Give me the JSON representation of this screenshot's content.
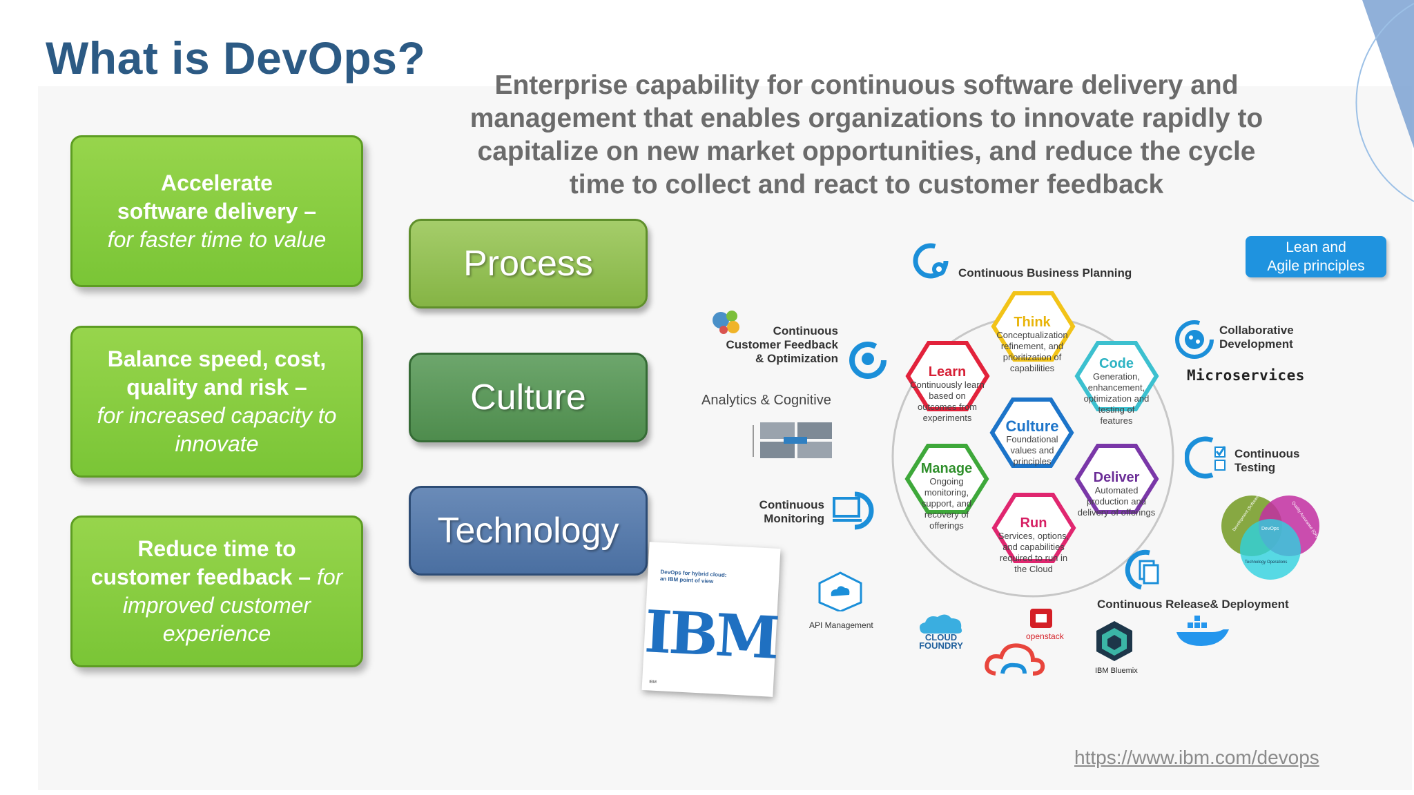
{
  "title": "What is DevOps?",
  "definition": {
    "lines": [
      "Enterprise capability for continuous software delivery and",
      "management that enables organizations to innovate rapidly to",
      "capitalize on new market opportunities, and reduce the cycle",
      "time to collect and react to customer feedback"
    ]
  },
  "benefits": [
    {
      "bold1": "Accelerate",
      "bold2": "software delivery –",
      "italic1": "for faster time to value",
      "italic2": ""
    },
    {
      "bold1": "Balance speed, cost,",
      "bold2": "quality and risk –",
      "italic1": "for increased capacity to",
      "italic2": "innovate"
    },
    {
      "bold1": "Reduce time to",
      "bold2": "customer feedback –",
      "italic1": "for",
      "italic2": "improved customer",
      "italic3": "experience"
    }
  ],
  "pillars": [
    "Process",
    "Culture",
    "Technology"
  ],
  "lean_badge": {
    "line1": "Lean and",
    "line2": "Agile principles"
  },
  "labels": {
    "planning": "Continuous Business Planning",
    "feedback1": "Continuous",
    "feedback2": "Customer Feedback",
    "feedback3": "& Optimization",
    "analytics": "Analytics & Cognitive",
    "monitoring1": "Continuous",
    "monitoring2": "Monitoring",
    "collab1": "Collaborative",
    "collab2": "Development",
    "microservices": "Microservices",
    "testing1": "Continuous",
    "testing2": "Testing",
    "release": "Continuous Release& Deployment",
    "api": "API Management",
    "cloudfoundry1": "CLOUD",
    "cloudfoundry2": "FOUNDRY",
    "openstack": "openstack",
    "bluemix": "IBM Bluemix"
  },
  "venn": {
    "a": "Development (Software Engineering)",
    "b": "Quality Assurance (QA)",
    "center": "DevOps",
    "c": "Technology Operations"
  },
  "hexagons": [
    {
      "title": "Think",
      "desc": [
        "Conceptualization",
        "refinement, and",
        "prioritization of",
        "capabilities"
      ],
      "color": "#f2c318"
    },
    {
      "title": "Learn",
      "desc": [
        "Continuously learn",
        "based on",
        "outcomes from",
        "experiments"
      ],
      "color": "#e2223b"
    },
    {
      "title": "Code",
      "desc": [
        "Generation,",
        "enhancement,",
        "optimization and",
        "testing of",
        "features"
      ],
      "color": "#3cc0cf"
    },
    {
      "title": "Culture",
      "desc": [
        "Foundational",
        "values and",
        "principles"
      ],
      "color": "#1c74c9"
    },
    {
      "title": "Manage",
      "desc": [
        "Ongoing",
        "monitoring,",
        "support, and",
        "recovery of",
        "offerings"
      ],
      "color": "#3ea83a"
    },
    {
      "title": "Deliver",
      "desc": [
        "Automated",
        "production and",
        "delivery of offerings"
      ],
      "color": "#7a37a8"
    },
    {
      "title": "Run",
      "desc": [
        "Services, options,",
        "and capabilities",
        "required to run in",
        "the Cloud"
      ],
      "color": "#e0266f"
    }
  ],
  "ibm_paper": {
    "caption1": "DevOps for hybrid cloud:",
    "caption2": "an IBM point of view",
    "logo": "IBM",
    "footer": "IBM"
  },
  "source_url": "https://www.ibm.com/devops",
  "colors": {
    "title": "#2c5a84",
    "green_box": "#7ac536",
    "blue_badge": "#1f93df"
  }
}
